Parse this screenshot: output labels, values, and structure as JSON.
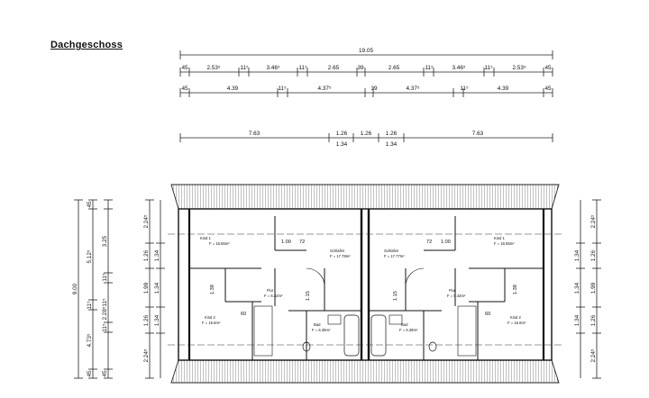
{
  "title": "Dachgeschoss",
  "dimensions": {
    "row1": [
      "19.05"
    ],
    "row2": [
      "45",
      "2.53⁵",
      "11⁵",
      "3.46⁵",
      "11⁵",
      "2.65",
      "39",
      "2.65",
      "11⁵",
      "3.46⁵",
      "11⁵",
      "2.53⁵",
      "45"
    ],
    "row3": [
      "45",
      "4.39",
      "11⁵",
      "4.37⁵",
      "39",
      "4.37⁵",
      "11⁵",
      "4.39",
      "45"
    ],
    "row4_top": [
      "7.63",
      "1.26",
      "1.26",
      "1.26",
      "7.63"
    ],
    "row4_bottom": [
      "1.34",
      "1.34"
    ],
    "left_outer": [
      "9.00"
    ],
    "left_mid": [
      "45",
      "5.12⁵",
      "11⁵",
      "4.73⁵",
      "45"
    ],
    "left_mid2": [
      "3.25",
      "11⁵",
      "2.28⁵",
      "11⁵",
      "45",
      "45"
    ],
    "left_inner_a": [
      "2.24⁵",
      "1.26",
      "1.99",
      "1.26",
      "2.24⁵"
    ],
    "left_inner_b": [
      "1.34",
      "1.34",
      "1.34"
    ],
    "right_inner_a": [
      "2.24⁵",
      "1.26",
      "1.99",
      "1.26",
      "2.24⁵"
    ],
    "right_inner_b": [
      "1.34",
      "1.34",
      "1.34"
    ]
  },
  "rooms_left": {
    "kind1": [
      "Kind 1",
      "F = 16.85m²"
    ],
    "schlafen": [
      "Schlafen",
      "F = 17.79m²"
    ],
    "flur": [
      "Flur",
      "F = 6.42m²"
    ],
    "kind2": [
      "Kind 2",
      "F = 16.6m²"
    ],
    "bad": [
      "Bad",
      "F = 6.39m²"
    ]
  },
  "rooms_right": {
    "kind1": [
      "Kind 1",
      "F = 16.85m²"
    ],
    "schlafen": [
      "Schlafen",
      "F = 17.77m²"
    ],
    "flur": [
      "Flur",
      "F = 6.43m²"
    ],
    "kind2": [
      "Kind 2",
      "F = 16.6m²"
    ],
    "bad": [
      "Bad",
      "F = 6.39m²"
    ]
  },
  "inner_dims": {
    "left_door": [
      "1.00",
      "72"
    ],
    "right_door": [
      "72",
      "1.00"
    ],
    "left_small": [
      "1.38",
      "60",
      "1.15"
    ],
    "right_small": [
      "1.38",
      "60",
      "1.15"
    ]
  }
}
